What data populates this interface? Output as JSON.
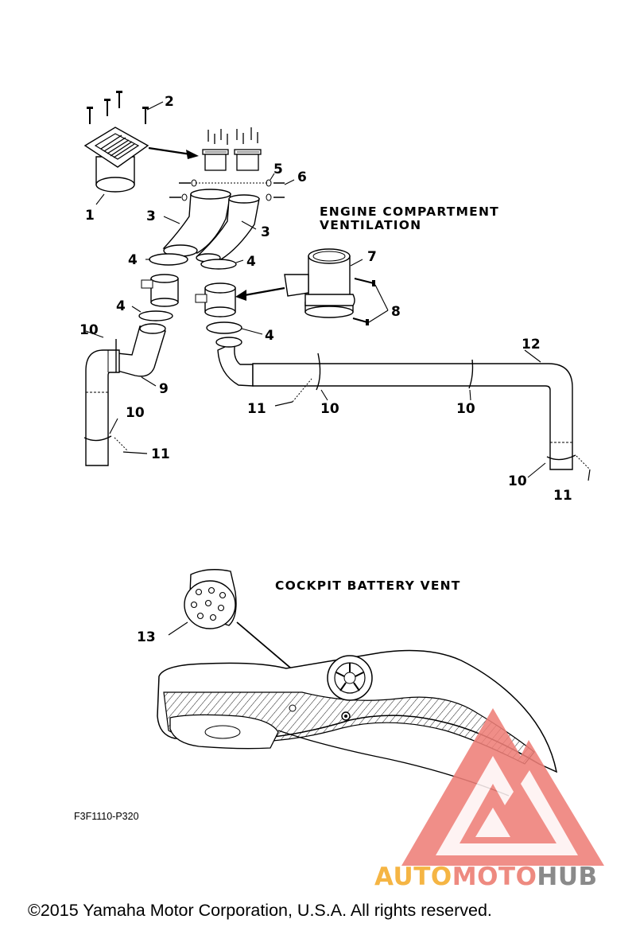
{
  "section_titles": {
    "engine_line1": "ENGINE COMPARTMENT",
    "engine_line2": "VENTILATION",
    "cockpit": "COCKPIT BATTERY VENT"
  },
  "callouts": {
    "c1": "1",
    "c2": "2",
    "c3a": "3",
    "c3b": "3",
    "c4a": "4",
    "c4b": "4",
    "c4c": "4",
    "c4d": "4",
    "c5": "5",
    "c6": "6",
    "c7": "7",
    "c8": "8",
    "c9": "9",
    "c10a": "10",
    "c10b": "10",
    "c10c": "10",
    "c10d": "10",
    "c10e": "10",
    "c11a": "11",
    "c11b": "11",
    "c11c": "11",
    "c12": "12",
    "c13": "13"
  },
  "diagram_code": "F3F1110-P320",
  "watermark": {
    "text_a": "AUTO",
    "text_b": "MOTO",
    "text_c": "HUB",
    "color_auto": "#f5b544",
    "color_moto": "#ee8a80",
    "color_hub": "#8a8a8a",
    "color_logo": "#ee7f78"
  },
  "copyright": "©2015 Yamaha Motor Corporation, U.S.A. All rights reserved."
}
